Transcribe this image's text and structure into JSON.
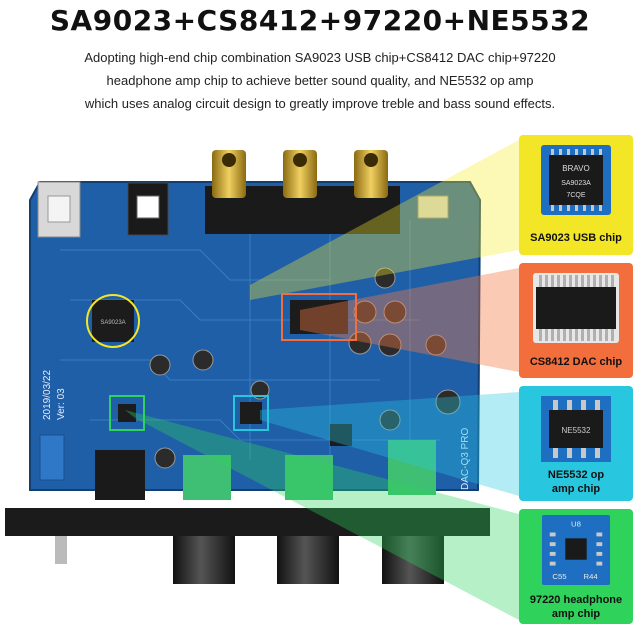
{
  "title": "SA9023+CS8412+97220+NE5532",
  "description": [
    "Adopting high-end chip combination SA9023 USB chip+CS8412 DAC chip+97220",
    "headphone amp chip to achieve better sound quality, and NE5532 op amp",
    "which uses analog circuit design to greatly improve treble and bass sound effects."
  ],
  "cards": [
    {
      "label_lines": [
        "SA9023 USB chip"
      ],
      "chip_text": [
        "BRAVO",
        "SA9023A",
        "7CQE"
      ],
      "color": "#f3e626",
      "icon": "usb-chip-icon"
    },
    {
      "label_lines": [
        "CS8412 DAC chip"
      ],
      "chip_text": [],
      "color": "#f26e3c",
      "icon": "dac-chip-icon"
    },
    {
      "label_lines": [
        "NE5532 op",
        "amp chip"
      ],
      "chip_text": [
        "NE5532"
      ],
      "color": "#29c7df",
      "icon": "op-amp-chip-icon"
    },
    {
      "label_lines": [
        "97220 headphone",
        "amp chip"
      ],
      "chip_text": [
        "U8",
        "C55",
        "R44"
      ],
      "color": "#2fd35b",
      "icon": "headphone-amp-chip-icon"
    }
  ],
  "board": {
    "date_text": "2019/03/22",
    "version_text": "Ver: 03",
    "model_text": "DAC-Q3 PRO",
    "chip_label": "SA9023A"
  }
}
